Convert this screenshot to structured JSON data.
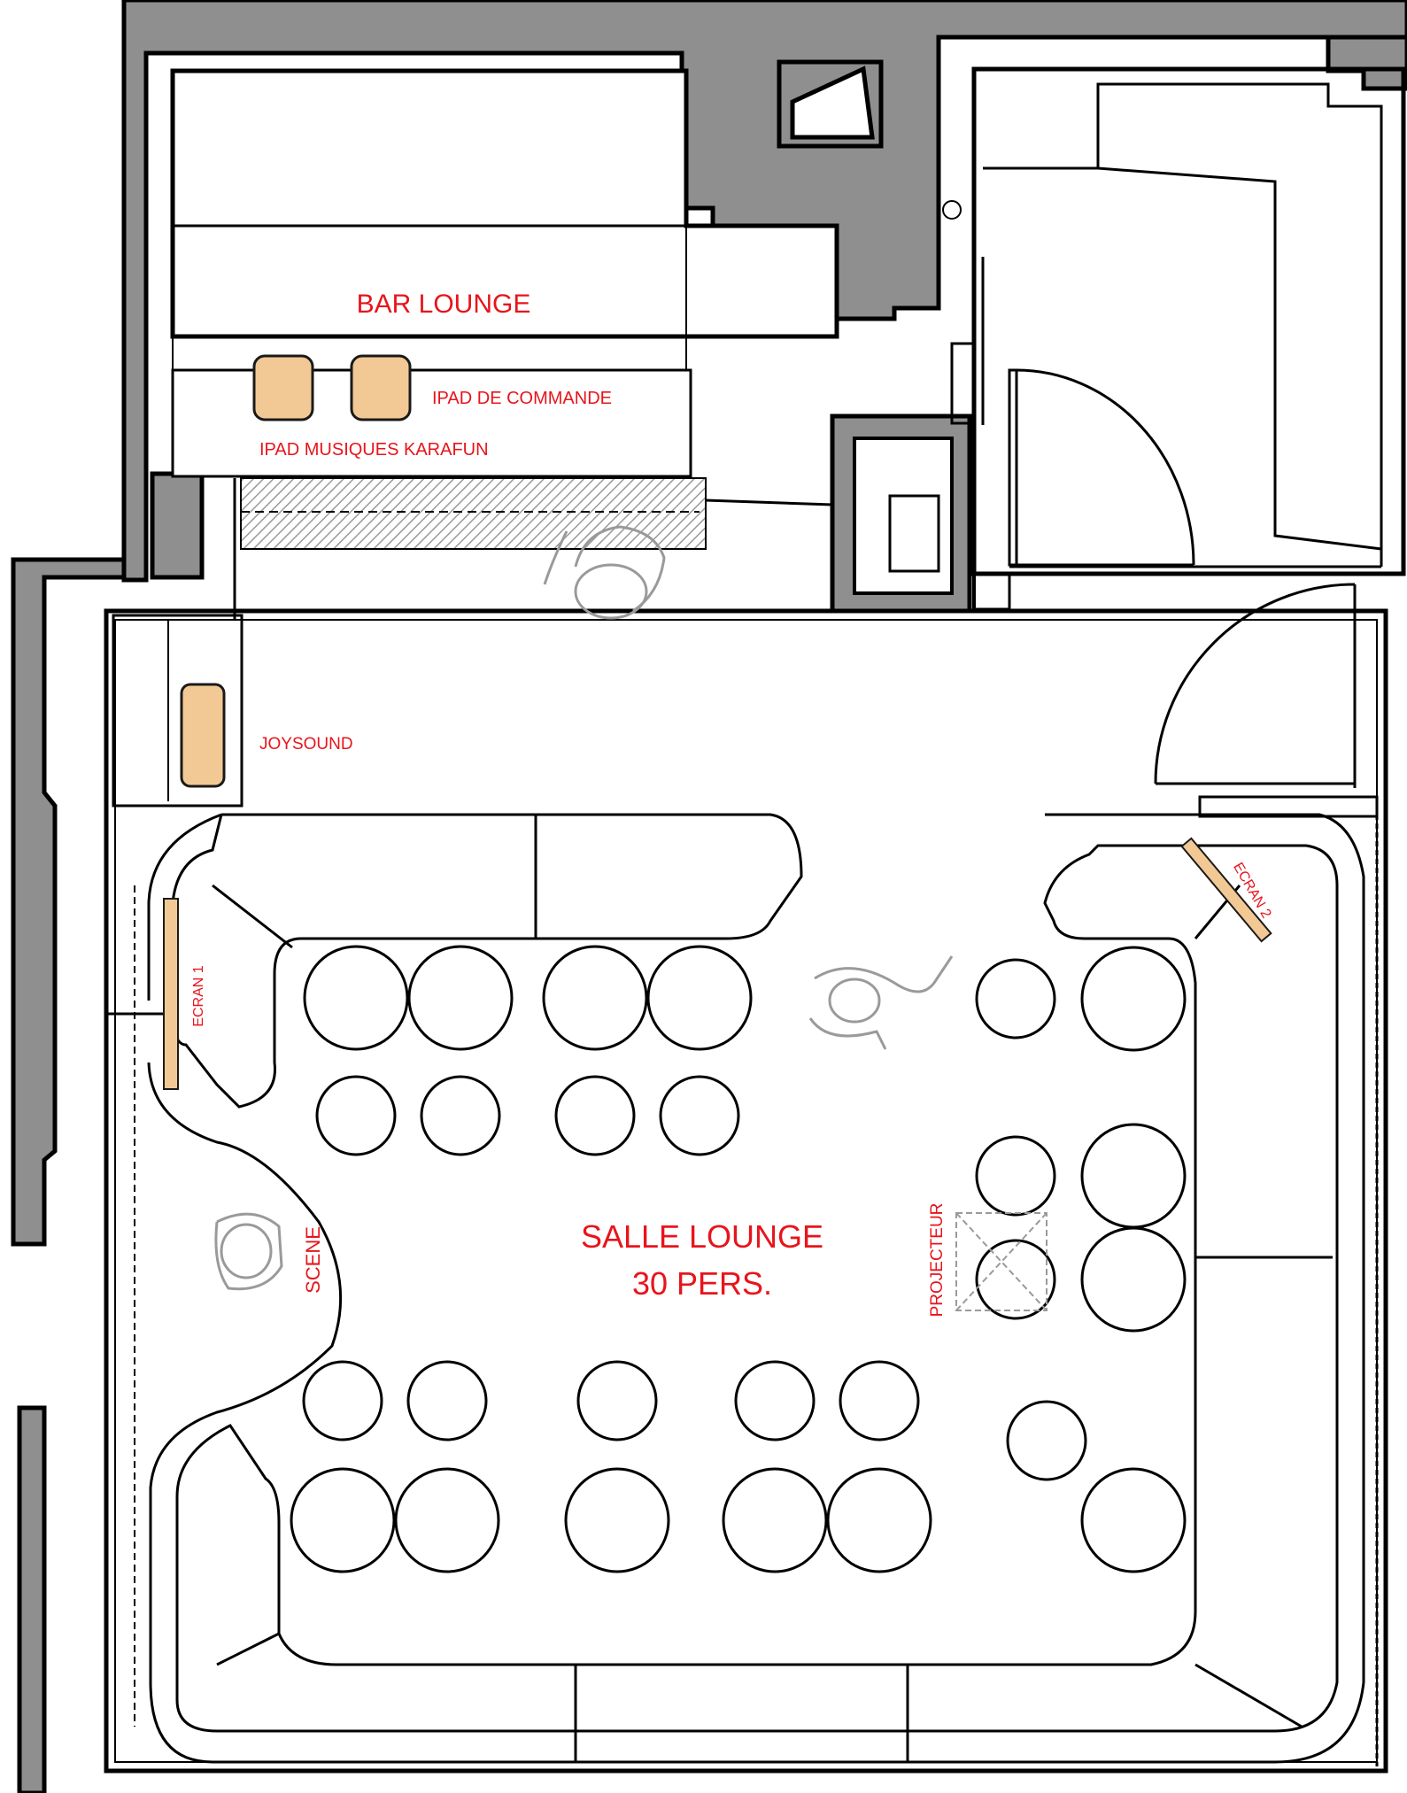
{
  "labels": {
    "bar_lounge": "BAR LOUNGE",
    "ipad_commande": "IPAD DE COMMANDE",
    "ipad_karafun": "IPAD MUSIQUES KARAFUN",
    "joysound": "JOYSOUND",
    "ecran1": "ECRAN 1",
    "ecran2": "ECRAN 2",
    "scene": "SCENE",
    "salle_line1": "SALLE LOUNGE",
    "salle_line2": "30 PERS.",
    "projecteur": "PROJECTEUR"
  },
  "colors": {
    "label": "#e8141b",
    "wall_fill": "#8f8f8f",
    "device_fill": "#f2c994",
    "device_stroke": "#1a1a1a",
    "line": "#000000",
    "hatch": "#9a9a9a",
    "person": "#9a9a9a"
  },
  "icons": {
    "person": "person-topview-icon",
    "projector": "projector-crossbox-icon",
    "door": "door-swing-icon",
    "device": "device-rect-icon"
  }
}
